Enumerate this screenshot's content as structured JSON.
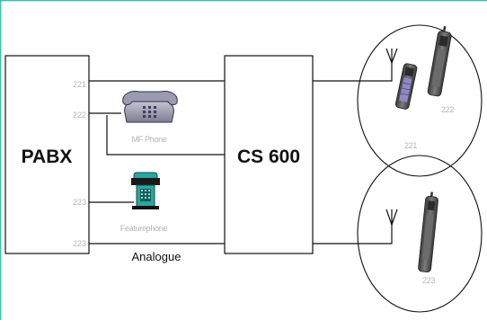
{
  "colors": {
    "frame": "#3fbfb0",
    "line": "#111111",
    "muted_text": "#b4b4b4",
    "handset_body": "#5a5a5a",
    "handset_keys": "#8f88c8",
    "featurephone_body": "#2aa6a0"
  },
  "boxes": {
    "pabx": "PABX",
    "cs": "CS 600"
  },
  "pabx_ports": {
    "p1": "221",
    "p2": "222",
    "p3": "223",
    "p4": "223"
  },
  "devices": {
    "mf_phone": {
      "label": "MF Phone",
      "icon": "desk-phone-icon"
    },
    "featurephone": {
      "label": "Featurephone",
      "icon": "featurephone-icon"
    }
  },
  "analogue_label": "Analogue",
  "cells": [
    {
      "name": "cell-top",
      "icon": "antenna-icon",
      "handsets": [
        {
          "label": "221",
          "icon": "mobile-handset-icon"
        },
        {
          "label": "222",
          "icon": "mobile-handset-icon"
        }
      ]
    },
    {
      "name": "cell-bottom",
      "icon": "antenna-icon",
      "handsets": [
        {
          "label": "223",
          "icon": "mobile-handset-icon"
        }
      ]
    }
  ]
}
